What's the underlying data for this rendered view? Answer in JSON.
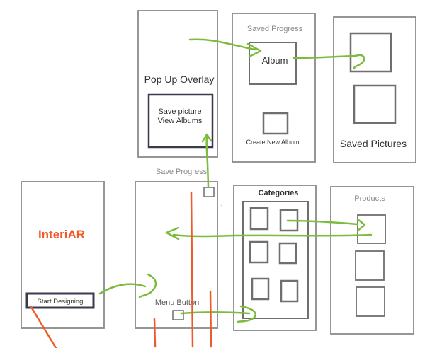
{
  "screens": {
    "overlay": {
      "title": "Pop Up Overlay",
      "menu_line1": "Save picture",
      "menu_line2": "View Albums"
    },
    "saved_progress": {
      "title": "Saved Progress",
      "album_label": "Album",
      "create_label": "Create New Album",
      "dot": "."
    },
    "saved_pictures": {
      "title": "Saved Pictures"
    },
    "splash": {
      "app_name": "InteriAR",
      "start_button": "Start Designing"
    },
    "main": {
      "save_label": "Save Progress",
      "menu_label": "Menu Button"
    },
    "categories": {
      "title": "Categories"
    },
    "products": {
      "title": "Products"
    }
  },
  "colors": {
    "frame": "#8a8a8a",
    "frame_dark": "#3b3b4f",
    "arrow": "#7dbb3c",
    "accent": "#f05a2a",
    "text": "#333333",
    "muted": "#8a8a8a"
  }
}
